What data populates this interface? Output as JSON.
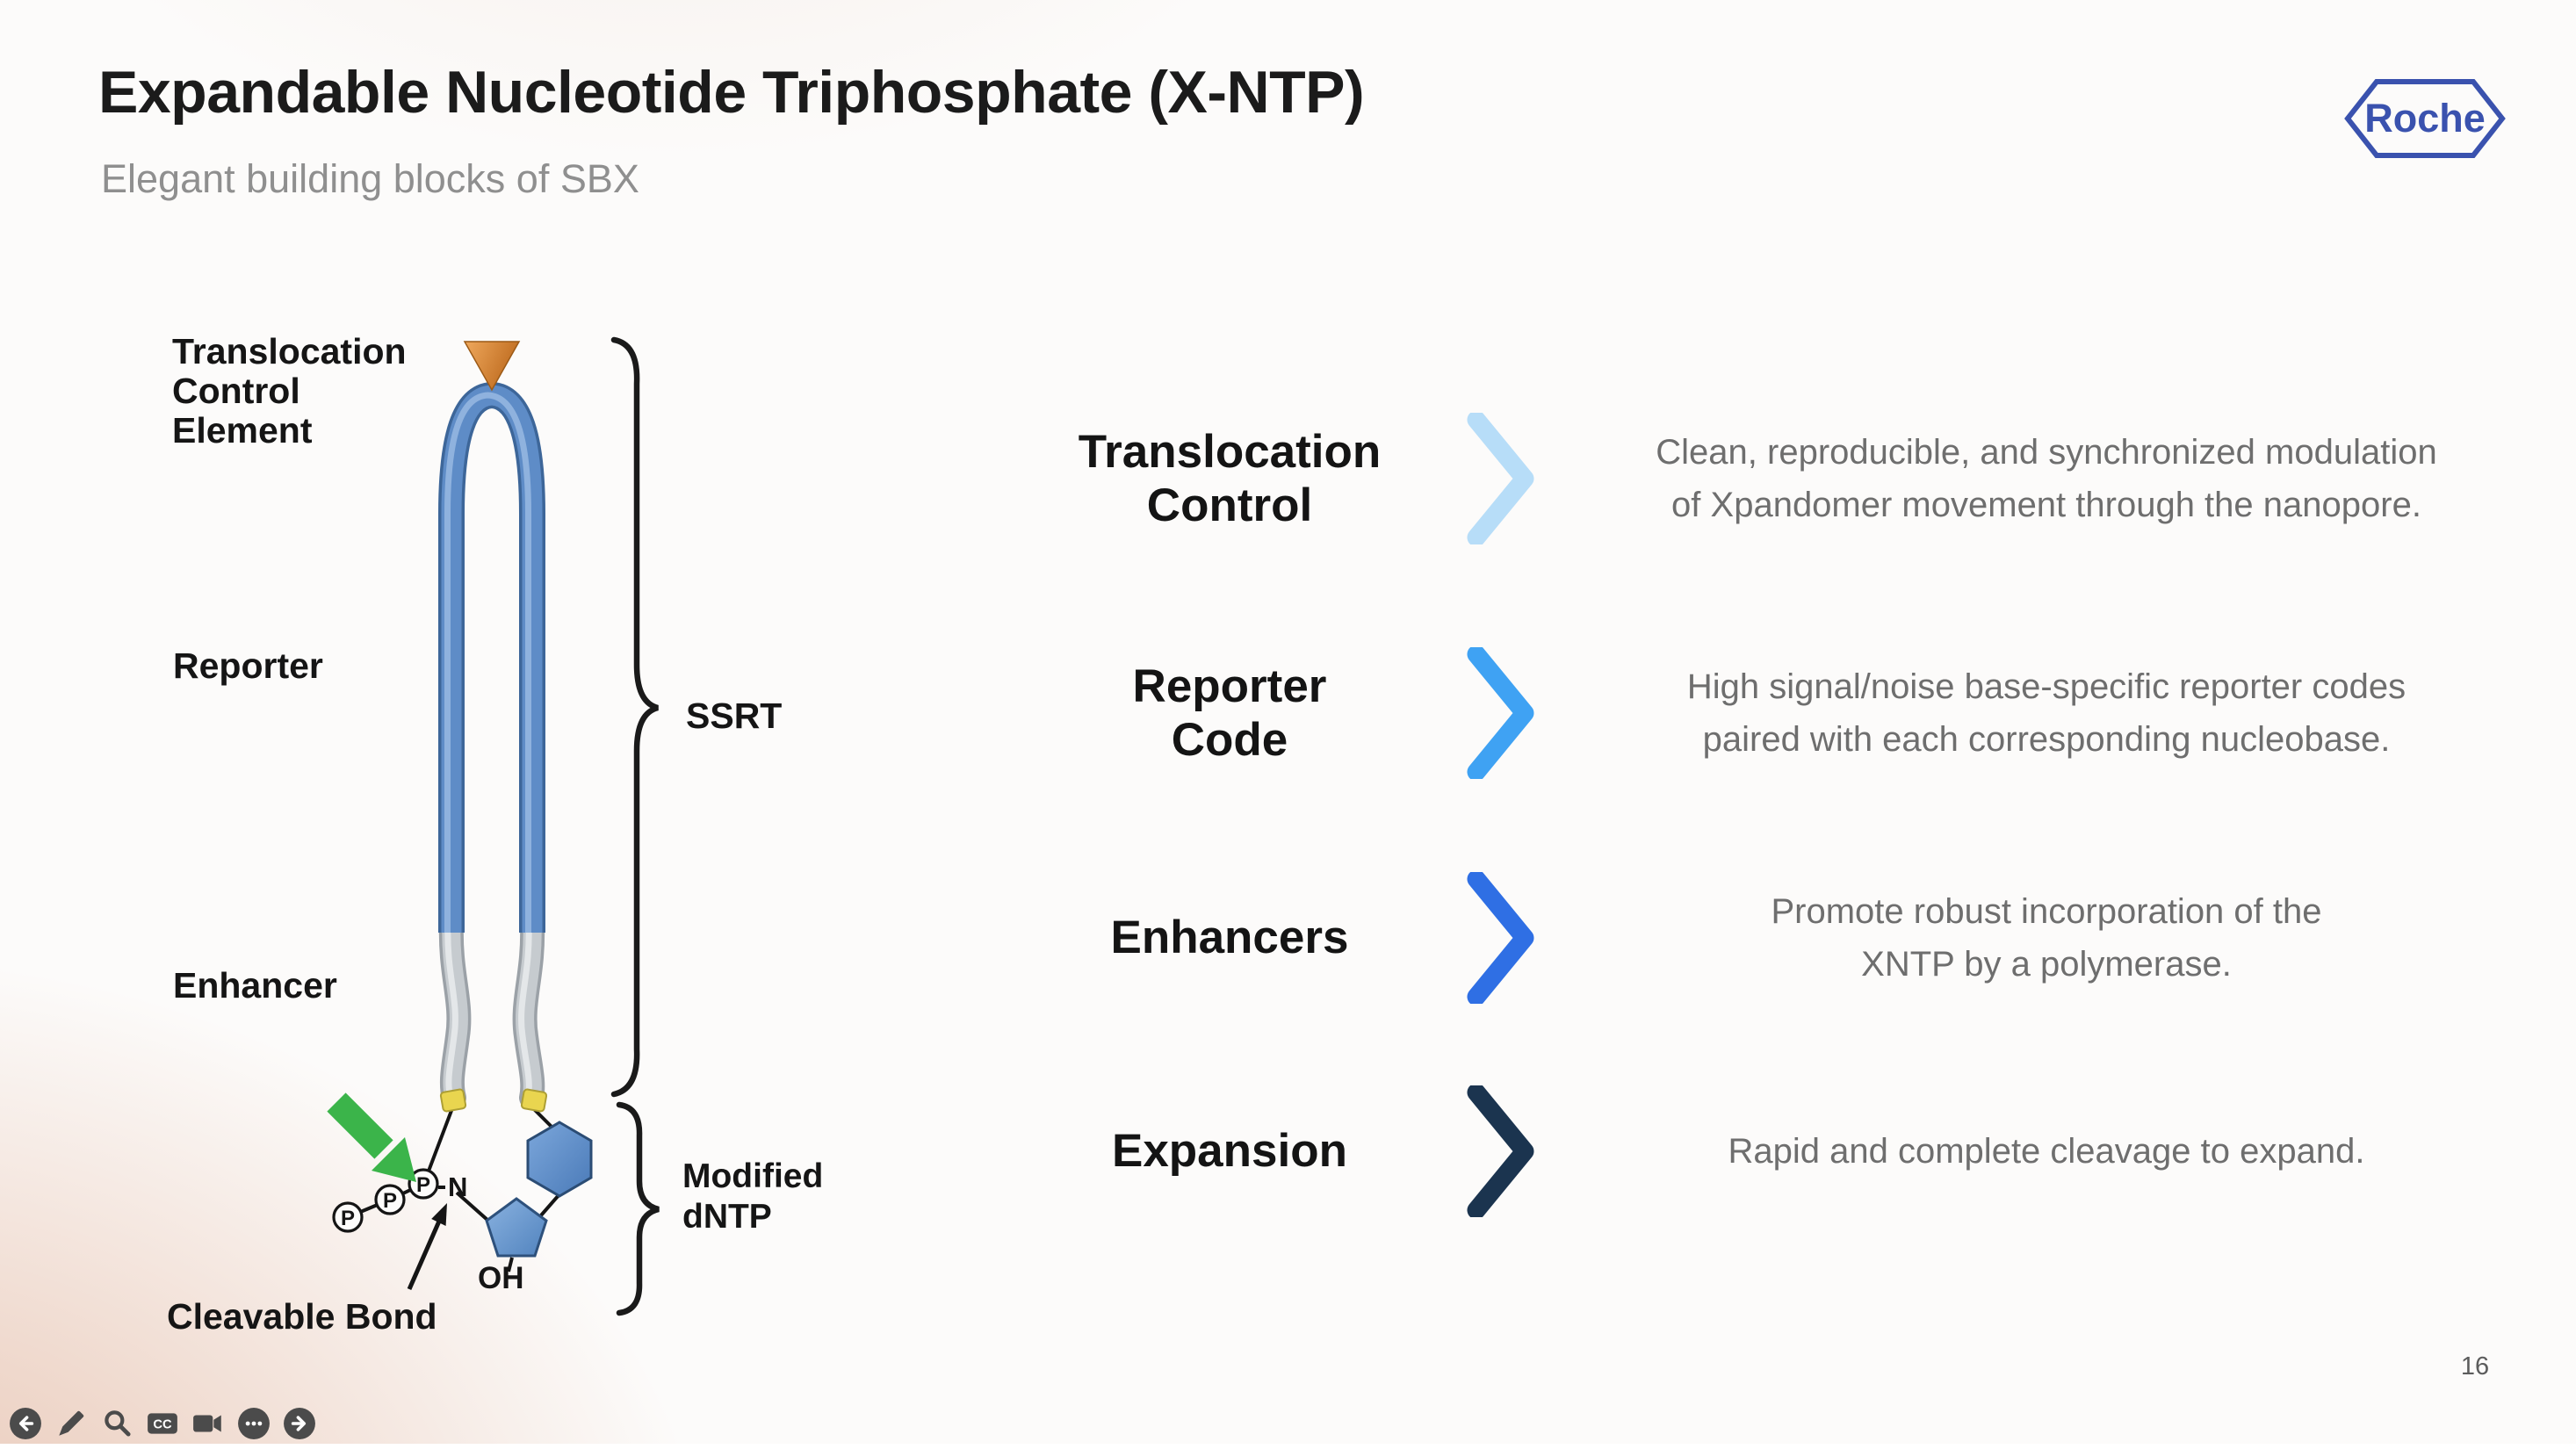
{
  "slide": {
    "title": "Expandable Nucleotide Triphosphate (X-NTP)",
    "subtitle": "Elegant building blocks of SBX",
    "page_number": "16"
  },
  "logo": {
    "text": "Roche",
    "color": "#3A52AE"
  },
  "diagram": {
    "labels": {
      "tce1": "Translocation",
      "tce2": "Control",
      "tce3": "Element",
      "reporter": "Reporter",
      "enhancer": "Enhancer",
      "ssrt": "SSRT",
      "modified1": "Modified",
      "modified2": "dNTP",
      "cleavable": "Cleavable Bond",
      "oh": "OH",
      "n": "N",
      "p": "P"
    },
    "colors": {
      "tube_blue": "#5E8CC7",
      "tube_gray": "#C6CBCF",
      "cap_yellow": "#E9D54F",
      "triangle_orange": "#D08038",
      "arrow_green": "#3BB44A",
      "nucleobase_blue": "#5C8DC9",
      "sugar_blue": "#6FA0D6"
    }
  },
  "features": [
    {
      "line1": "Translocation",
      "line2": "Control",
      "color": "#B7DDF8",
      "desc1": "Clean, reproducible, and synchronized modulation",
      "desc2": "of Xpandomer movement through the nanopore."
    },
    {
      "line1": "Reporter",
      "line2": "Code",
      "color": "#3FA2F3",
      "desc1": "High signal/noise base-specific reporter codes",
      "desc2": "paired with each corresponding nucleobase."
    },
    {
      "line1": "Enhancers",
      "line2": "",
      "color": "#2F6FE4",
      "desc1": "Promote robust incorporation of the",
      "desc2": "XNTP by a polymerase."
    },
    {
      "line1": "Expansion",
      "line2": "",
      "color": "#1B344F",
      "desc1": "Rapid and complete cleavage to expand.",
      "desc2": ""
    }
  ],
  "toolbar": {
    "cc_label": "CC",
    "icons": [
      "back",
      "draw",
      "search",
      "closed-captions",
      "record",
      "more",
      "next"
    ]
  }
}
